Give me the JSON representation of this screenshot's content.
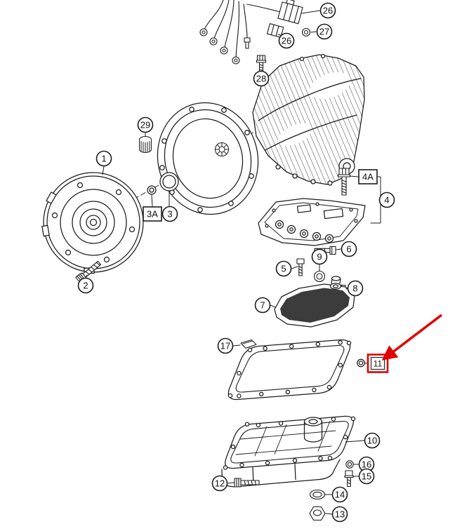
{
  "diagram": {
    "description": "Exploded parts diagram of an automatic gearbox: torque converter, converter housing, gearbox case with wiring harness, valve body (mechatronic), oil filter, oil pan gasket and oil pan, with numbered part callouts",
    "colors": {
      "line": "#1c1c1c",
      "background": "#ffffff",
      "highlight": "#e10000",
      "filter_shading": "#3c3c3c"
    },
    "callouts": [
      {
        "label": "26",
        "shape": "circle"
      },
      {
        "label": "27",
        "shape": "circle"
      },
      {
        "label": "26",
        "shape": "circle"
      },
      {
        "label": "28",
        "shape": "circle"
      },
      {
        "label": "29",
        "shape": "circle"
      },
      {
        "label": "1",
        "shape": "circle"
      },
      {
        "label": "3A",
        "shape": "square"
      },
      {
        "label": "3",
        "shape": "circle"
      },
      {
        "label": "4A",
        "shape": "square"
      },
      {
        "label": "4",
        "shape": "circle"
      },
      {
        "label": "2",
        "shape": "circle"
      },
      {
        "label": "5",
        "shape": "circle"
      },
      {
        "label": "9",
        "shape": "circle"
      },
      {
        "label": "6",
        "shape": "circle"
      },
      {
        "label": "8",
        "shape": "circle"
      },
      {
        "label": "7",
        "shape": "circle"
      },
      {
        "label": "17",
        "shape": "circle"
      },
      {
        "label": "11",
        "shape": "square",
        "highlighted": true
      },
      {
        "label": "10",
        "shape": "circle"
      },
      {
        "label": "16",
        "shape": "circle"
      },
      {
        "label": "15",
        "shape": "circle"
      },
      {
        "label": "12",
        "shape": "circle"
      },
      {
        "label": "14",
        "shape": "circle"
      },
      {
        "label": "13",
        "shape": "circle"
      }
    ],
    "annotation": {
      "type": "arrow-highlight",
      "color": "#e10000",
      "target_label": "11"
    }
  }
}
